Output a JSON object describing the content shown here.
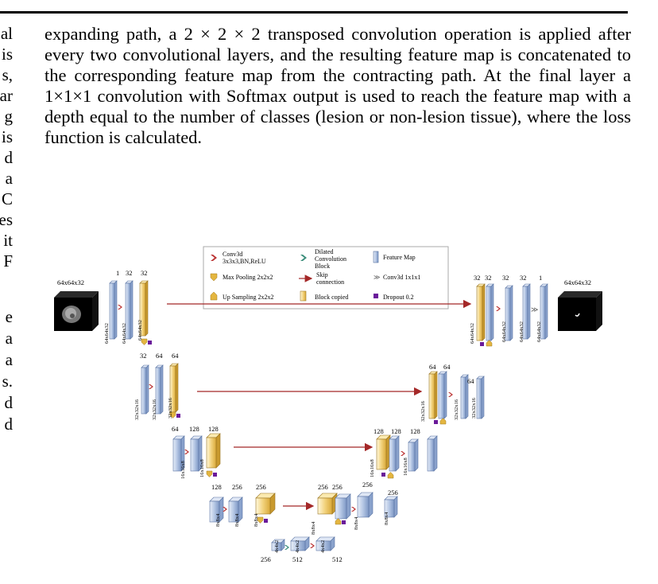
{
  "left_column_fragments": [
    "al",
    "is",
    "s,",
    "ar",
    "g",
    "is",
    "d",
    "a",
    "C",
    "es",
    "it",
    "F",
    "e",
    "a",
    "a",
    "s.",
    "d",
    "d"
  ],
  "paragraph": "expanding path, a 2 × 2 × 2 transposed convolution operation is applied after every two convolutional layers, and the resulting feature map is concatenated to the corresponding feature map from the contracting path. At the final layer a 1×1×1 convolution with Softmax output is used to reach the feature map with a depth equal to the number of classes (lesion or non-lesion tissue), where the loss function is calculated.",
  "figure": {
    "legend": {
      "conv": "Conv3d",
      "conv2": "3x3x3,BN,ReLU",
      "dilated1": "Dilated",
      "dilated2": "Convolution",
      "dilated3": "Block",
      "feature_map": "Feature Map",
      "max_pool": "Max Pooling 2x2x2",
      "skip1": "Skip",
      "skip2": "connection",
      "conv1x1": "Conv3d 1x1x1",
      "up_sampling": "Up Sampling 2x2x2",
      "block_copied": "Block copied",
      "dropout": "Dropout 0.2"
    },
    "input_label": "64x64x32",
    "output_label": "64x64x32",
    "enc1": {
      "counts": [
        "1",
        "32",
        "32"
      ],
      "dims": [
        "64x64x32",
        "64x64x32",
        "64x64x32"
      ]
    },
    "enc2": {
      "counts": [
        "32",
        "64",
        "64"
      ],
      "dims": [
        "32x32x16",
        "32x32x16",
        "32x32x16"
      ]
    },
    "enc3": {
      "counts": [
        "64",
        "128",
        "128"
      ],
      "dims": [
        "16x16x8",
        "16x16x8"
      ]
    },
    "enc4": {
      "counts": [
        "128",
        "256",
        "256"
      ],
      "dims": [
        "8x8x4",
        "8x8x4",
        "8x8x4"
      ]
    },
    "bottleneck": {
      "counts": [
        "256",
        "512",
        "512"
      ],
      "dims": [
        "4x4x2",
        "4x4x2",
        "4x4x2"
      ]
    },
    "dec4": {
      "counts": [
        "256",
        "256",
        "256",
        "256"
      ],
      "dims": [
        "8x8x4",
        "8x8x4",
        "8x8x4"
      ]
    },
    "dec3": {
      "counts": [
        "128",
        "128",
        "128"
      ],
      "dims": [
        "16x16x8",
        "16x16x8"
      ]
    },
    "dec2": {
      "counts": [
        "64",
        "64",
        "64"
      ],
      "dims": [
        "32x32x16",
        "32x32x16",
        "32x32x16"
      ]
    },
    "dec1": {
      "counts": [
        "32",
        "32",
        "32",
        "32",
        "1"
      ],
      "dims": [
        "64x64x32",
        "64x64x32",
        "64x64x32",
        "64x64x32"
      ]
    }
  }
}
